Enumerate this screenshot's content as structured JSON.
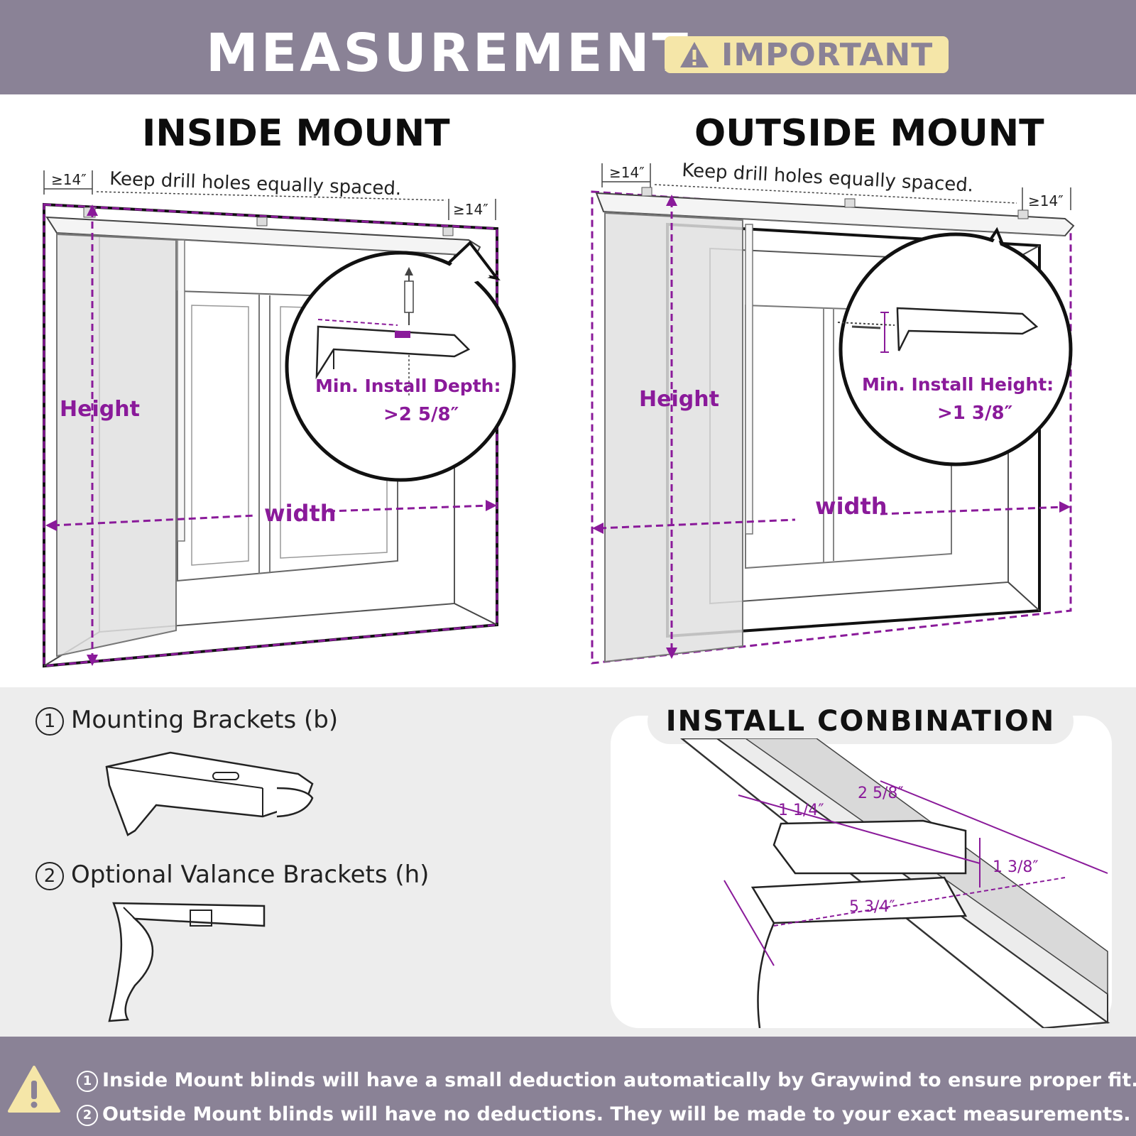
{
  "header": {
    "title": "MEASUREMENT",
    "badge": "IMPORTANT"
  },
  "inside_mount": {
    "title": "INSIDE MOUNT",
    "drill_note": "Keep drill holes equally spaced.",
    "edge_left": "≥14″",
    "edge_right": "≥14″",
    "height_label": "Height",
    "width_label": "width",
    "callout_label": "Min. Install Depth:",
    "callout_value": ">2 5/8″"
  },
  "outside_mount": {
    "title": "OUTSIDE MOUNT",
    "drill_note": "Keep drill holes equally spaced.",
    "edge_left": "≥14″",
    "edge_right": "≥14″",
    "height_label": "Height",
    "width_label": "width",
    "callout_label": "Min. Install Height:",
    "callout_value": ">1 3/8″"
  },
  "parts": {
    "item1_num": "1",
    "item1_label": "Mounting Brackets (b)",
    "item2_num": "2",
    "item2_label": "Optional Valance Brackets (h)"
  },
  "install": {
    "title": "INSTALL  CONBINATION",
    "dim1": "1 1/4″",
    "dim2": "2 5/8″",
    "dim3": "1 3/8″",
    "dim4": "5 3/4″"
  },
  "footer": {
    "note1_num": "1",
    "note1": "Inside Mount blinds will have a small deduction automatically by Graywind to ensure proper fit.",
    "note2_num": "2",
    "note2": "Outside Mount blinds will have no deductions. They will be made to your exact measurements."
  },
  "colors": {
    "banner": "#8a8296",
    "badge_bg": "#f5e6a8",
    "accent": "#8a1a9a",
    "lower_bg": "#ededed"
  }
}
